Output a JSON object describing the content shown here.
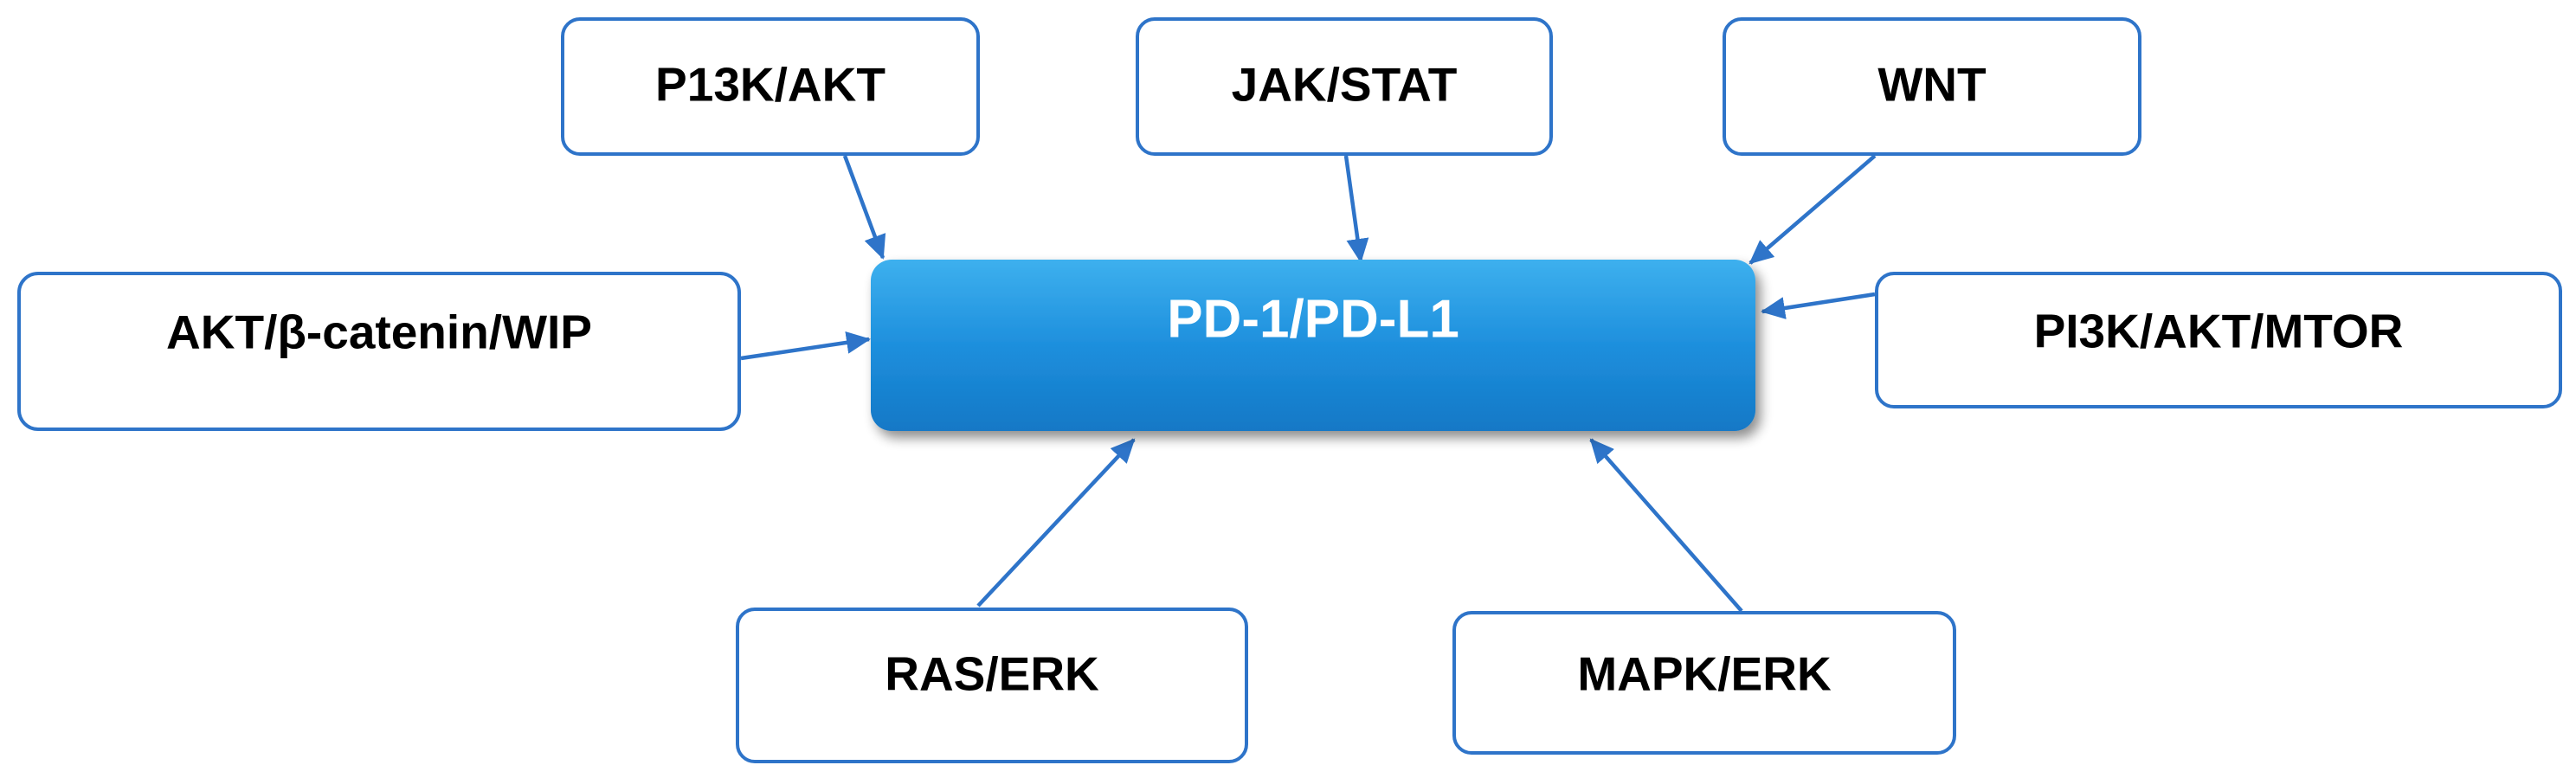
{
  "diagram": {
    "center": {
      "label": "PD-1/PD-L1"
    },
    "nodes": [
      {
        "id": "p13k-akt",
        "label": "P13K/AKT"
      },
      {
        "id": "jak-stat",
        "label": "JAK/STAT"
      },
      {
        "id": "wnt",
        "label": "WNT"
      },
      {
        "id": "akt-catenin-wip",
        "label": "AKT/β-catenin/WIP"
      },
      {
        "id": "pi3k-akt-mtor",
        "label": "PI3K/AKT/MTOR"
      },
      {
        "id": "ras-erk",
        "label": "RAS/ERK"
      },
      {
        "id": "mapk-erk",
        "label": "MAPK/ERK"
      }
    ],
    "colors": {
      "box_border": "#2E74C9",
      "arrow": "#2E74C9",
      "center_fill_top": "#35A8EA",
      "center_fill_bottom": "#1680D0",
      "center_text": "#FFFFFF",
      "node_text": "#000000"
    }
  }
}
